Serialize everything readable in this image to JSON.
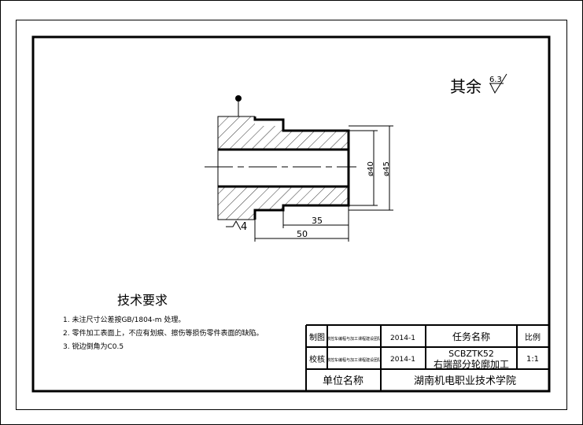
{
  "roughness": {
    "label": "其余",
    "value": "6.3"
  },
  "dimensions": {
    "d40": "ø40",
    "d45": "ø45",
    "len35": "35",
    "len50": "50",
    "roughness_note": "4"
  },
  "requirements": {
    "title": "技术要求",
    "items": [
      "1. 未注尺寸公差按GB/1804-m 处理。",
      "2. 零件加工表面上，不应有划痕、擦伤等损伤零件表面的缺陷。",
      "3. 锐边倒角为C0.5"
    ]
  },
  "title_block": {
    "drawn_label": "制图",
    "drawn_by": "数控车编程与加工课程建设团队",
    "drawn_date": "2014-1",
    "task_label": "任务名称",
    "scale_label": "比例",
    "checked_label": "校核",
    "checked_by": "数控车编程与加工课程建设团队",
    "checked_date": "2014-1",
    "task_code": "SCBZTK52",
    "task_name": "右端部分轮廓加工",
    "scale": "1:1",
    "unit_label": "单位名称",
    "unit_name": "湖南机电职业技术学院"
  }
}
